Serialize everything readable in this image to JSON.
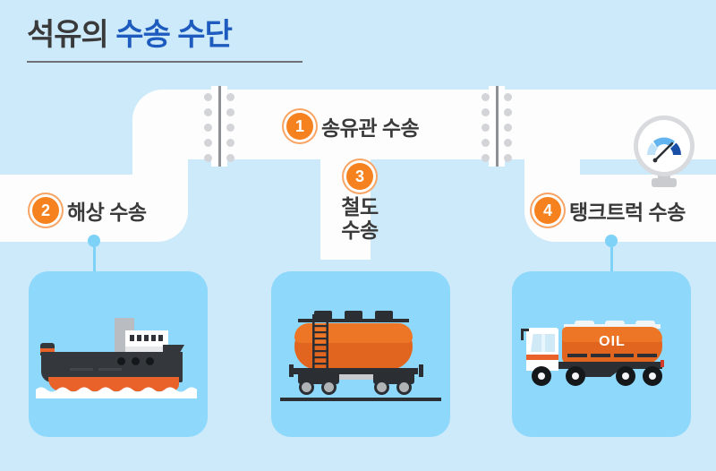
{
  "page": {
    "background_color": "#cdeafb",
    "card_color": "#8ed8fb",
    "pipe_color": "#fdfdfd",
    "accent_orange": "#f5821f",
    "accent_blue": "#1e5bbf",
    "connector_blue": "#7fd2f7"
  },
  "title": {
    "part_dark": "석유의",
    "part_blue": "수송 수단"
  },
  "items": [
    {
      "number": "1",
      "label": "송유관 수송",
      "icon": "pipeline-icon"
    },
    {
      "number": "2",
      "label": "해상 수송",
      "icon": "ship-icon"
    },
    {
      "number": "3",
      "label_line1": "철도",
      "label_line2": "수송",
      "icon": "train-tank-car-icon"
    },
    {
      "number": "4",
      "label": "탱크트럭 수송",
      "icon": "tank-truck-icon"
    }
  ],
  "illustrations": {
    "truck_tank_text": "OIL"
  }
}
